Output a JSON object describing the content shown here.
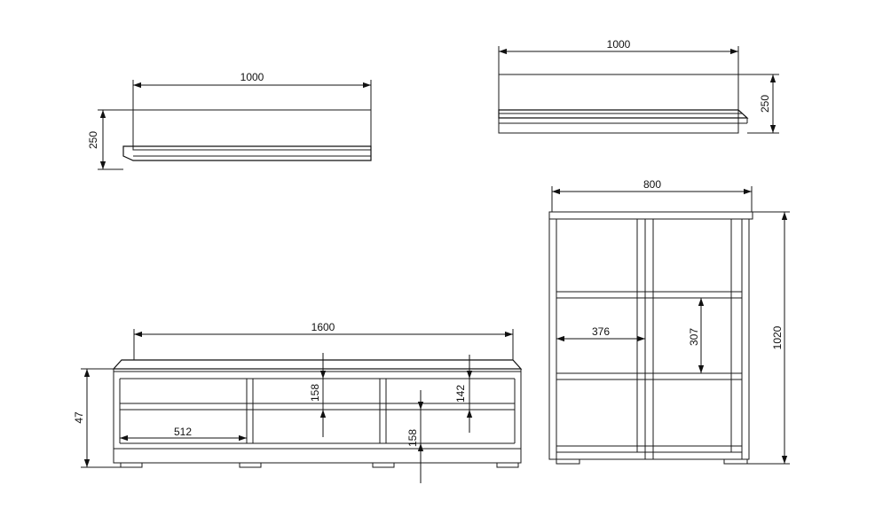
{
  "dimensions": {
    "shelf_left_width": "1000",
    "shelf_left_height": "250",
    "shelf_right_width": "1000",
    "shelf_right_height": "250",
    "cabinet_width": "800",
    "cabinet_height": "1020",
    "cabinet_inner_width": "376",
    "cabinet_inner_height": "307",
    "tv_width": "1600",
    "tv_height": "47",
    "tv_shelf_gap_1": "158",
    "tv_shelf_gap_2": "142",
    "tv_shelf_gap_3": "158",
    "tv_compartment_width": "512"
  }
}
